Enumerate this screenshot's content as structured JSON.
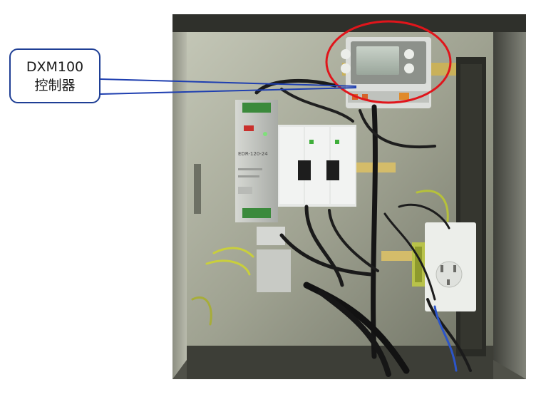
{
  "callout": {
    "line1": "DXM100",
    "line2": "控制器"
  },
  "device": {
    "psu_label": "EDR-120-24"
  },
  "colors": {
    "callout_border": "#1f3f95",
    "leader_line": "#1f3fb0",
    "highlight_ellipse": "#e0151b",
    "cabinet_back": "#a9ab9a"
  }
}
